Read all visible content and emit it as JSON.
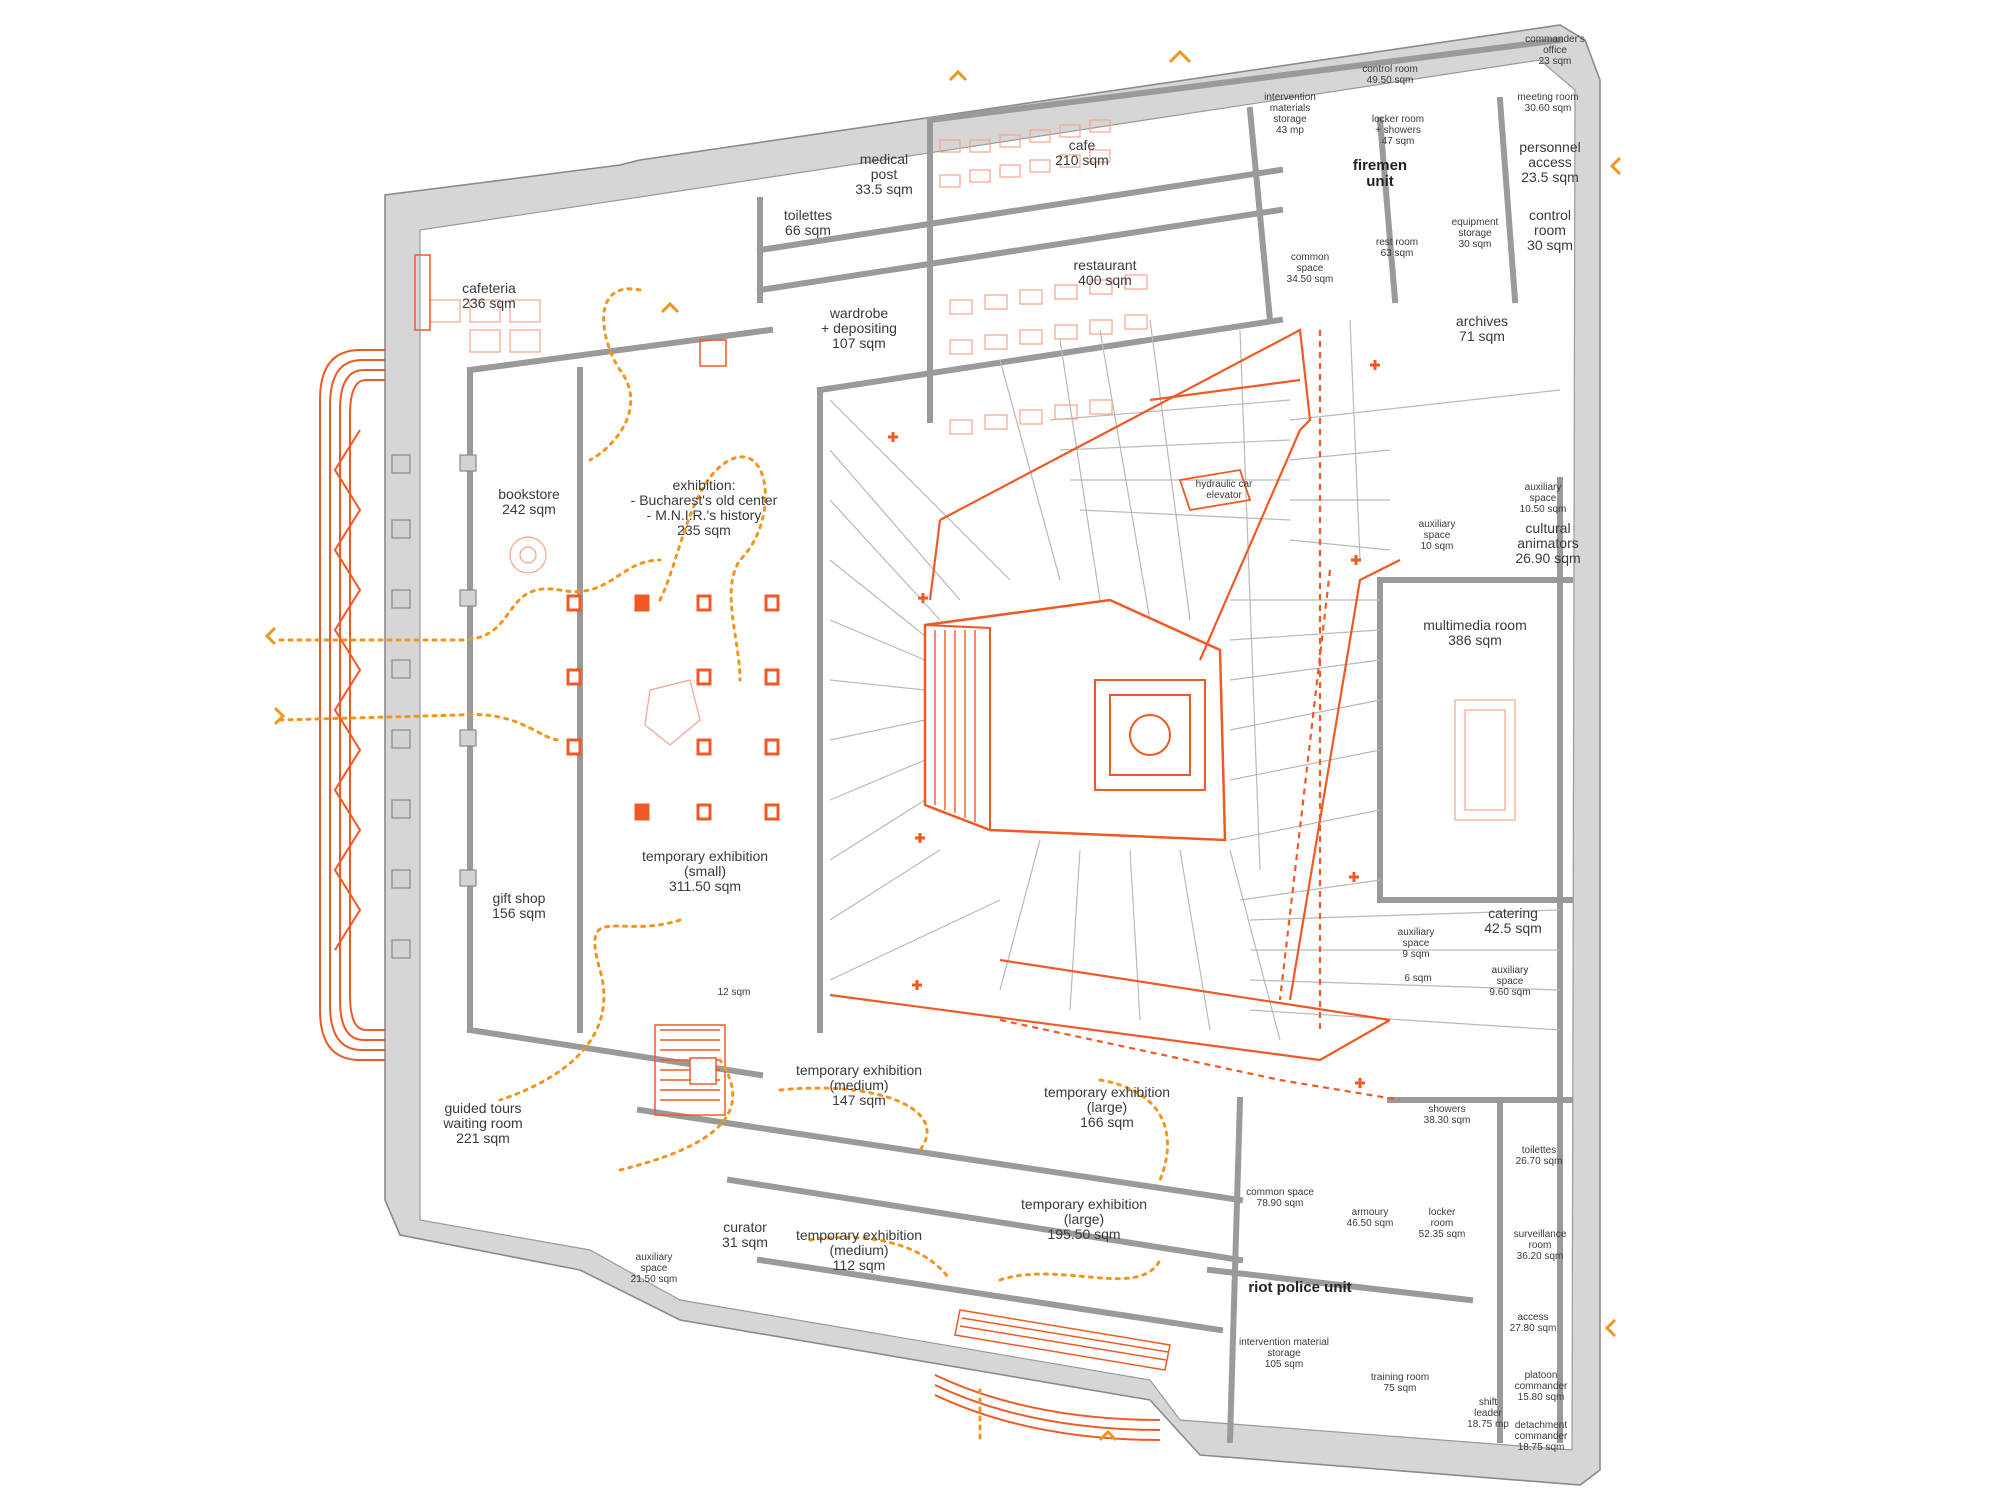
{
  "colors": {
    "accent": "#ef5a24",
    "circulation": "#f0961e",
    "wall": "#d6d6d6",
    "text": "#3a3a3a"
  },
  "rooms": [
    {
      "id": "commanders-office",
      "lines": [
        "commander's",
        "office",
        "23 sqm"
      ]
    },
    {
      "id": "control-room-top",
      "lines": [
        "control room",
        "49.50 sqm"
      ]
    },
    {
      "id": "meeting-room",
      "lines": [
        "meeting room",
        "30.60 sqm"
      ]
    },
    {
      "id": "intervention-materials-storage",
      "lines": [
        "intervention",
        "materials",
        "storage",
        "43 mp"
      ]
    },
    {
      "id": "locker-room-showers",
      "lines": [
        "locker room",
        "+ showers",
        "47 sqm"
      ]
    },
    {
      "id": "cafe",
      "lines": [
        "cafe",
        "210 sqm"
      ]
    },
    {
      "id": "medical-post",
      "lines": [
        "medical",
        "post",
        "33.5 sqm"
      ]
    },
    {
      "id": "toilettes-top",
      "lines": [
        "toilettes",
        "66 sqm"
      ]
    },
    {
      "id": "personnel-access",
      "lines": [
        "personnel",
        "access",
        "23.5 sqm"
      ]
    },
    {
      "id": "control-room-right",
      "lines": [
        "control",
        "room",
        "30 sqm"
      ]
    },
    {
      "id": "common-space-top",
      "lines": [
        "common",
        "space",
        "34.50 sqm"
      ]
    },
    {
      "id": "rest-room",
      "lines": [
        "rest room",
        "63 sqm"
      ]
    },
    {
      "id": "equipment-storage",
      "lines": [
        "equipment",
        "storage",
        "30 sqm"
      ]
    },
    {
      "id": "restaurant",
      "lines": [
        "restaurant",
        "400 sqm"
      ]
    },
    {
      "id": "cafeteria",
      "lines": [
        "cafeteria",
        "236 sqm"
      ]
    },
    {
      "id": "wardrobe",
      "lines": [
        "wardrobe",
        "+ depositing",
        "107 sqm"
      ]
    },
    {
      "id": "archives",
      "lines": [
        "archives",
        "71 sqm"
      ]
    },
    {
      "id": "hydraulic-car-elevator",
      "lines": [
        "hydraulic car",
        "elevator"
      ]
    },
    {
      "id": "auxiliary-space-1",
      "lines": [
        "auxiliary",
        "space",
        "10.50 sqm"
      ]
    },
    {
      "id": "auxiliary-space-2",
      "lines": [
        "auxiliary",
        "space",
        "10 sqm"
      ]
    },
    {
      "id": "cultural-animators",
      "lines": [
        "cultural",
        "animators",
        "26.90 sqm"
      ]
    },
    {
      "id": "bookstore",
      "lines": [
        "bookstore",
        "242 sqm"
      ]
    },
    {
      "id": "exhibition",
      "lines": [
        "exhibition:",
        "- Bucharest's old center",
        "- M.N.I.R.'s history",
        "235 sqm"
      ]
    },
    {
      "id": "multimedia-room",
      "lines": [
        "multimedia room",
        "386 sqm"
      ]
    },
    {
      "id": "temporary-exhibition-small",
      "lines": [
        "temporary exhibition",
        "(small)",
        "311.50 sqm"
      ]
    },
    {
      "id": "gift-shop",
      "lines": [
        "gift shop",
        "156 sqm"
      ]
    },
    {
      "id": "catering",
      "lines": [
        "catering",
        "42.5 sqm"
      ]
    },
    {
      "id": "auxiliary-space-3",
      "lines": [
        "auxiliary",
        "space",
        "9 sqm"
      ]
    },
    {
      "id": "six-sqm",
      "lines": [
        "6 sqm"
      ]
    },
    {
      "id": "auxiliary-space-4",
      "lines": [
        "auxiliary",
        "space",
        "9.60 sqm"
      ]
    },
    {
      "id": "twelve-sqm",
      "lines": [
        "12 sqm"
      ]
    },
    {
      "id": "temporary-exhibition-medium-1",
      "lines": [
        "temporary exhibition",
        "(medium)",
        "147 sqm"
      ]
    },
    {
      "id": "temporary-exhibition-large-1",
      "lines": [
        "temporary exhibition",
        "(large)",
        "166 sqm"
      ]
    },
    {
      "id": "guided-tours",
      "lines": [
        "guided tours",
        "waiting room",
        "221 sqm"
      ]
    },
    {
      "id": "showers",
      "lines": [
        "showers",
        "38.30 sqm"
      ]
    },
    {
      "id": "toilettes-bottom",
      "lines": [
        "toilettes",
        "26.70 sqm"
      ]
    },
    {
      "id": "common-space-bottom",
      "lines": [
        "common space",
        "78.90 sqm"
      ]
    },
    {
      "id": "armoury",
      "lines": [
        "armoury",
        "46.50 sqm"
      ]
    },
    {
      "id": "locker-room",
      "lines": [
        "locker",
        "room",
        "52.35 sqm"
      ]
    },
    {
      "id": "curator",
      "lines": [
        "curator",
        "31 sqm"
      ]
    },
    {
      "id": "temporary-exhibition-medium-2",
      "lines": [
        "temporary exhibition",
        "(medium)",
        "112 sqm"
      ]
    },
    {
      "id": "temporary-exhibition-large-2",
      "lines": [
        "temporary exhibition",
        "(large)",
        "195.50 sqm"
      ]
    },
    {
      "id": "surveillance-room",
      "lines": [
        "surveillance",
        "room",
        "36.20 sqm"
      ]
    },
    {
      "id": "auxiliary-space-5",
      "lines": [
        "auxiliary",
        "space",
        "21.50 sqm"
      ]
    },
    {
      "id": "access",
      "lines": [
        "access",
        "27.80 sqm"
      ]
    },
    {
      "id": "intervention-material-storage",
      "lines": [
        "intervention material",
        "storage",
        "105 sqm"
      ]
    },
    {
      "id": "training-room",
      "lines": [
        "training room",
        "75 sqm"
      ]
    },
    {
      "id": "platoon-commander",
      "lines": [
        "platoon",
        "commander",
        "15.80 sqm"
      ]
    },
    {
      "id": "shift-leader",
      "lines": [
        "shift",
        "leader",
        "18.75 mp"
      ]
    },
    {
      "id": "detachment-commander",
      "lines": [
        "detachment",
        "commander",
        "18.75 sqm"
      ]
    }
  ],
  "units": [
    {
      "id": "firemen-unit",
      "lines": [
        "firemen",
        "unit"
      ]
    },
    {
      "id": "riot-police-unit",
      "lines": [
        "riot police unit"
      ]
    }
  ]
}
